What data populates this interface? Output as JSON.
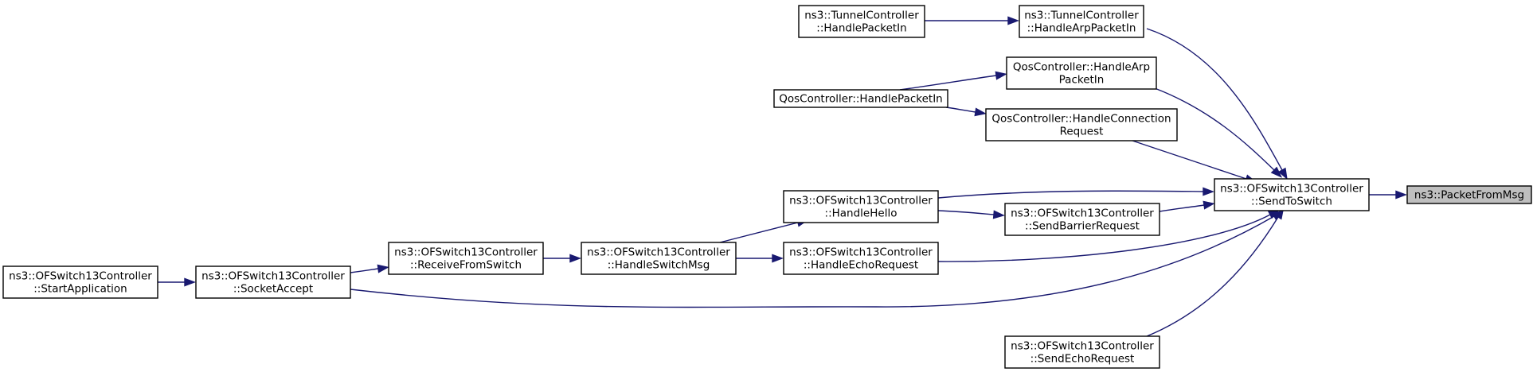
{
  "graph": {
    "nodes": [
      {
        "id": "packet_from_msg",
        "lines": [
          "ns3::PacketFromMsg"
        ],
        "highlight": true
      },
      {
        "id": "send_to_switch",
        "lines": [
          "ns3::OFSwitch13Controller",
          "::SendToSwitch"
        ]
      },
      {
        "id": "tunnel_handle_arp",
        "lines": [
          "ns3::TunnelController",
          "::HandleArpPacketIn"
        ]
      },
      {
        "id": "tunnel_handle_packet",
        "lines": [
          "ns3::TunnelController",
          "::HandlePacketIn"
        ]
      },
      {
        "id": "qos_handle_arp",
        "lines": [
          "QosController::HandleArp",
          "PacketIn"
        ]
      },
      {
        "id": "qos_handle_packet",
        "lines": [
          "QosController::HandlePacketIn"
        ]
      },
      {
        "id": "qos_handle_conn",
        "lines": [
          "QosController::HandleConnection",
          "Request"
        ]
      },
      {
        "id": "handle_hello",
        "lines": [
          "ns3::OFSwitch13Controller",
          "::HandleHello"
        ]
      },
      {
        "id": "send_barrier",
        "lines": [
          "ns3::OFSwitch13Controller",
          "::SendBarrierRequest"
        ]
      },
      {
        "id": "handle_echo",
        "lines": [
          "ns3::OFSwitch13Controller",
          "::HandleEchoRequest"
        ]
      },
      {
        "id": "handle_switch_msg",
        "lines": [
          "ns3::OFSwitch13Controller",
          "::HandleSwitchMsg"
        ]
      },
      {
        "id": "receive_from_switch",
        "lines": [
          "ns3::OFSwitch13Controller",
          "::ReceiveFromSwitch"
        ]
      },
      {
        "id": "socket_accept",
        "lines": [
          "ns3::OFSwitch13Controller",
          "::SocketAccept"
        ]
      },
      {
        "id": "start_application",
        "lines": [
          "ns3::OFSwitch13Controller",
          "::StartApplication"
        ]
      },
      {
        "id": "send_echo",
        "lines": [
          "ns3::OFSwitch13Controller",
          "::SendEchoRequest"
        ]
      }
    ],
    "edges": [
      {
        "from": "send_to_switch",
        "to": "packet_from_msg"
      },
      {
        "from": "tunnel_handle_arp",
        "to": "send_to_switch"
      },
      {
        "from": "tunnel_handle_packet",
        "to": "tunnel_handle_arp"
      },
      {
        "from": "qos_handle_arp",
        "to": "send_to_switch"
      },
      {
        "from": "qos_handle_packet",
        "to": "qos_handle_arp"
      },
      {
        "from": "qos_handle_packet",
        "to": "qos_handle_conn"
      },
      {
        "from": "qos_handle_conn",
        "to": "send_to_switch"
      },
      {
        "from": "handle_hello",
        "to": "send_to_switch"
      },
      {
        "from": "handle_hello",
        "to": "send_barrier"
      },
      {
        "from": "send_barrier",
        "to": "send_to_switch"
      },
      {
        "from": "handle_echo",
        "to": "send_to_switch"
      },
      {
        "from": "handle_switch_msg",
        "to": "handle_hello"
      },
      {
        "from": "handle_switch_msg",
        "to": "handle_echo"
      },
      {
        "from": "receive_from_switch",
        "to": "handle_switch_msg"
      },
      {
        "from": "socket_accept",
        "to": "receive_from_switch"
      },
      {
        "from": "socket_accept",
        "to": "send_to_switch"
      },
      {
        "from": "start_application",
        "to": "socket_accept"
      },
      {
        "from": "send_echo",
        "to": "send_to_switch"
      }
    ]
  }
}
